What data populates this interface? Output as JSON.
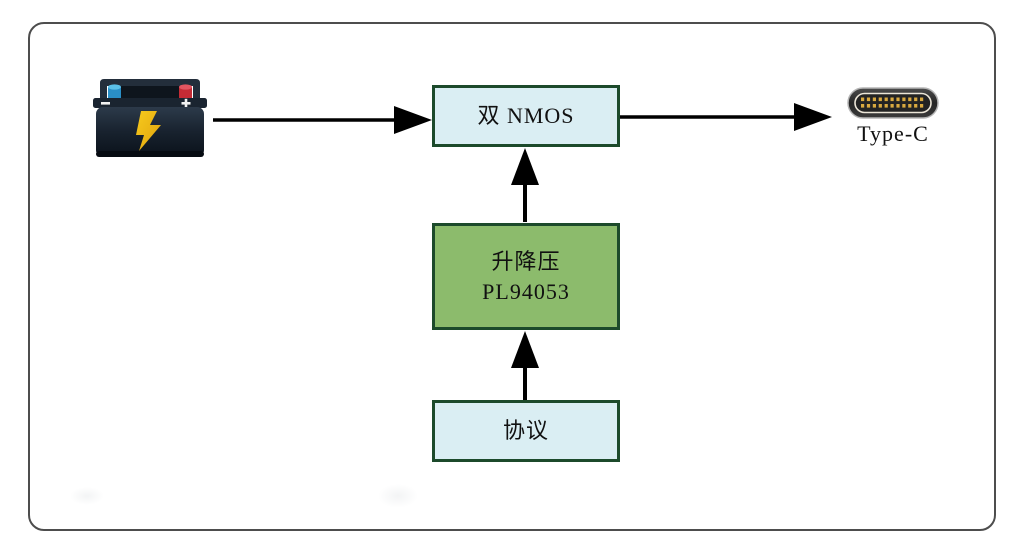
{
  "nodes": {
    "nmos": {
      "label": "双 NMOS"
    },
    "buck_boost": {
      "line1": "升降压",
      "line2": "PL94053"
    },
    "protocol": {
      "label": "协议"
    },
    "type_c": {
      "label": "Type-C"
    }
  },
  "icons": {
    "battery": "car-battery-icon",
    "type_c_connector": "usb-type-c-connector-icon"
  },
  "arrows": [
    {
      "name": "battery-to-nmos",
      "direction": "right"
    },
    {
      "name": "nmos-to-type-c",
      "direction": "right"
    },
    {
      "name": "buck-boost-to-nmos",
      "direction": "up"
    },
    {
      "name": "protocol-to-buck-boost",
      "direction": "up"
    }
  ],
  "colors": {
    "box_fill_light": "#daeef3",
    "box_fill_green": "#8cbb6c",
    "box_border": "#1c4a2b",
    "arrow": "#000000",
    "frame_border": "#4d4d4d",
    "battery_body": "#18222e",
    "terminal_negative": "#2a8fc7",
    "terminal_positive": "#c42b35",
    "bolt_yellow": "#f2bb16",
    "typec_pin_gold": "#d9a93f"
  }
}
